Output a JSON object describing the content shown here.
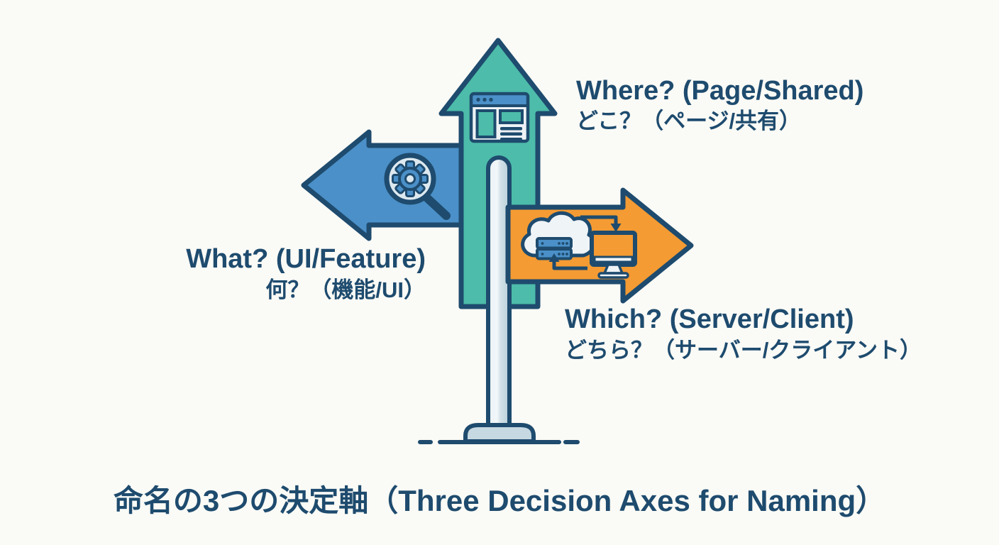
{
  "title": "命名の3つの決定軸（Three Decision Axes for Naming）",
  "labels": {
    "where": {
      "en": "Where? (Page/Shared)",
      "jp": "どこ？（ページ/共有）"
    },
    "what": {
      "en": "What? (UI/Feature)",
      "jp": "何？（機能/UI）"
    },
    "which": {
      "en": "Which? (Server/Client)",
      "jp": "どちら？（サーバー/クライアント）"
    }
  },
  "icons": {
    "up_arrow": "browser-window-icon",
    "left_arrow": "search-gear-icon",
    "right_arrow": "cloud-server-and-monitor-transfer-icon"
  },
  "colors": {
    "background": "#fafaf6",
    "navy": "#1e4b6e",
    "teal": "#4dbcaa",
    "blue": "#4b90c8",
    "orange": "#f49b33",
    "post": "#c6d8e1"
  }
}
